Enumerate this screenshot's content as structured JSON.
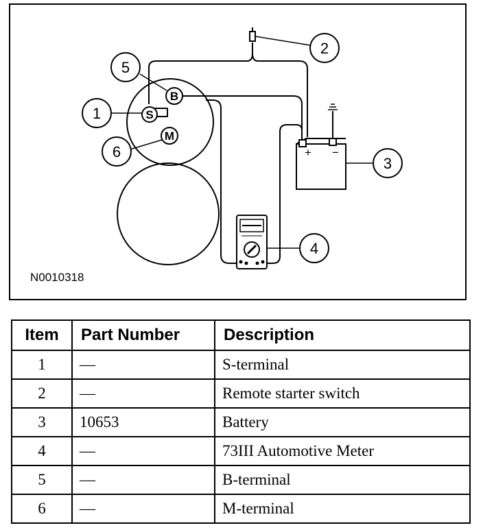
{
  "diagram": {
    "figure_code": "N0010318",
    "callouts": [
      "1",
      "2",
      "3",
      "4",
      "5",
      "6"
    ],
    "terminals": {
      "s": "S",
      "b": "B",
      "m": "M"
    },
    "battery_signs": {
      "positive": "+",
      "negative": "−"
    }
  },
  "table": {
    "headers": {
      "item": "Item",
      "part_number": "Part Number",
      "description": "Description"
    },
    "rows": [
      {
        "item": "1",
        "part_number": "—",
        "description": "S-terminal"
      },
      {
        "item": "2",
        "part_number": "—",
        "description": "Remote starter switch"
      },
      {
        "item": "3",
        "part_number": "10653",
        "description": "Battery"
      },
      {
        "item": "4",
        "part_number": "—",
        "description": "73III Automotive Meter"
      },
      {
        "item": "5",
        "part_number": "—",
        "description": "B-terminal"
      },
      {
        "item": "6",
        "part_number": "—",
        "description": "M-terminal"
      }
    ]
  }
}
